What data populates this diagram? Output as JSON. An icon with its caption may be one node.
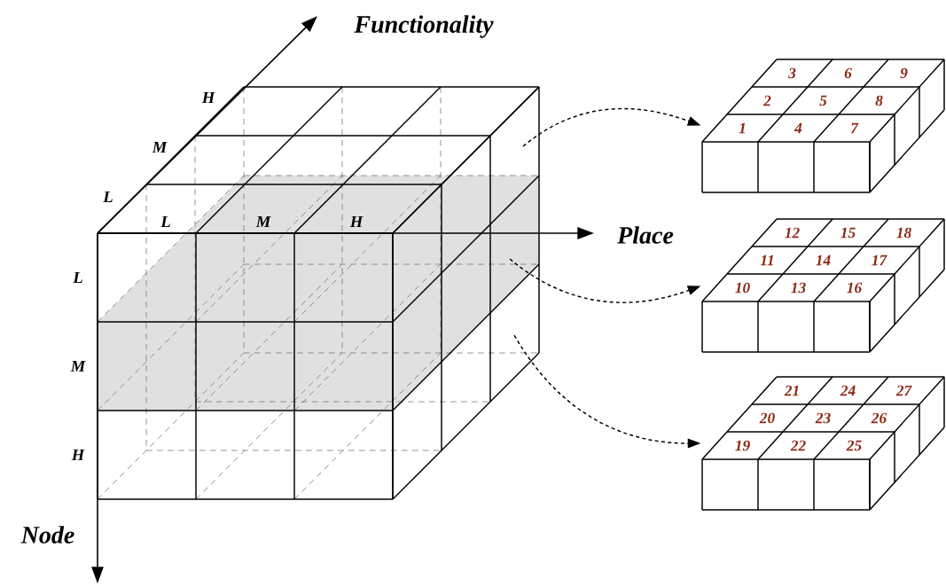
{
  "diagram": {
    "nodes": [
      {
        "text": [
          "1",
          "2",
          "3",
          "4",
          "5",
          "6",
          "7",
          "8",
          "9"
        ]
      },
      {
        "text": [
          "10",
          "11",
          "12",
          "13",
          "14",
          "15",
          "16",
          "17",
          "18"
        ]
      },
      {
        "text": [
          "19",
          "20",
          "21",
          "22",
          "23",
          "24",
          "25",
          "26",
          "27"
        ]
      }
    ],
    "edges": [
      {
        "from": null,
        "to": 0,
        "arrow": "to",
        "style": "dashed"
      },
      {
        "from": null,
        "to": 1,
        "arrow": "to",
        "style": "dashed"
      },
      {
        "from": null,
        "to": 2,
        "arrow": "to",
        "style": "dashed"
      }
    ],
    "labels": [
      "Functionality",
      "H",
      "M",
      "L",
      "L",
      "M",
      "H",
      "Place",
      "L",
      "M",
      "H",
      "Node"
    ]
  }
}
